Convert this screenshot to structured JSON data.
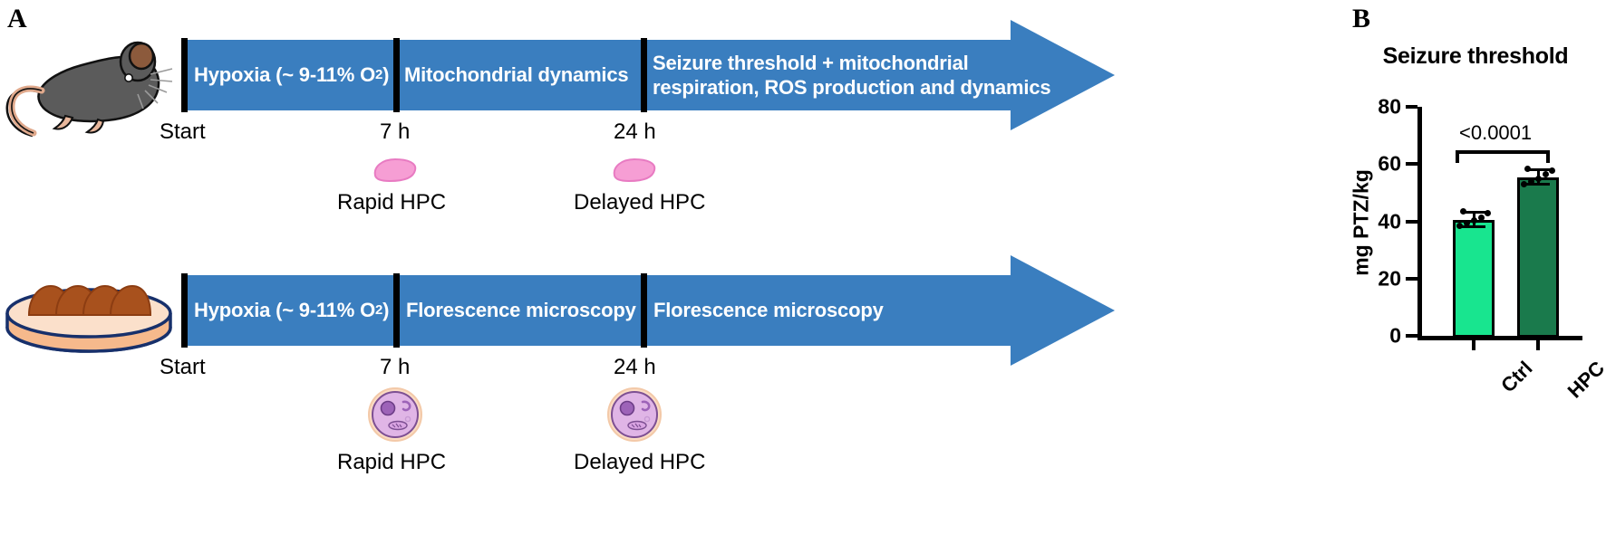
{
  "panels": {
    "a_letter": "A",
    "b_letter": "B"
  },
  "timelines": [
    {
      "subject_icon": "mouse-icon",
      "segments": [
        {
          "label_html": "Hypoxia (~ 9-11%  O<sub>2</sub>)"
        },
        {
          "label_html": "Mitochondrial dynamics"
        },
        {
          "label_html": "Seizure threshold + mitochondrial<br>respiration, ROS production and dynamics"
        }
      ],
      "ticks": [
        {
          "label": "Start"
        },
        {
          "label": "7 h"
        },
        {
          "label": "24 h"
        }
      ],
      "events": [
        {
          "label": "Rapid HPC",
          "icon": "mitochondrion-icon"
        },
        {
          "label": "Delayed HPC",
          "icon": "mitochondrion-icon"
        }
      ]
    },
    {
      "subject_icon": "cell-culture-dish-icon",
      "segments": [
        {
          "label_html": "Hypoxia (~ 9-11%  O<sub>2</sub>)"
        },
        {
          "label_html": "Florescence microscopy"
        },
        {
          "label_html": "Florescence microscopy"
        }
      ],
      "ticks": [
        {
          "label": "Start"
        },
        {
          "label": "7 h"
        },
        {
          "label": "24 h"
        }
      ],
      "events": [
        {
          "label": "Rapid HPC",
          "icon": "cell-icon"
        },
        {
          "label": "Delayed HPC",
          "icon": "cell-icon"
        }
      ]
    }
  ],
  "colors": {
    "arrow_blue": "#3a7ebf",
    "bar_ctrl": "#18e58f",
    "bar_hpc": "#1a7a4c",
    "outline": "#000000"
  },
  "chart_data": {
    "type": "bar",
    "title": "Seizure threshold",
    "xlabel": "",
    "ylabel": "mg PTZ/kg",
    "categories": [
      "Ctrl",
      "HPC"
    ],
    "values": [
      41,
      56
    ],
    "errors": [
      2.5,
      2.5
    ],
    "series": [
      {
        "name": "Seizure threshold",
        "values": [
          41,
          56
        ],
        "errors": [
          2.5,
          2.5
        ],
        "colors": [
          "#18e58f",
          "#1a7a4c"
        ]
      }
    ],
    "points": {
      "Ctrl": [
        38.5,
        39.5,
        40.5,
        41.5,
        43,
        43.5
      ],
      "HPC": [
        53,
        54,
        55,
        56.5,
        58,
        58.5
      ]
    },
    "ylim": [
      0,
      80
    ],
    "yticks": [
      0,
      20,
      40,
      60,
      80
    ],
    "ytick_labels": [
      "0",
      "20",
      "40",
      "60",
      "80"
    ],
    "grid": false,
    "legend": false,
    "annotations": [
      {
        "text": "<0.0001",
        "type": "significance-bracket",
        "from": "Ctrl",
        "to": "HPC"
      }
    ]
  }
}
